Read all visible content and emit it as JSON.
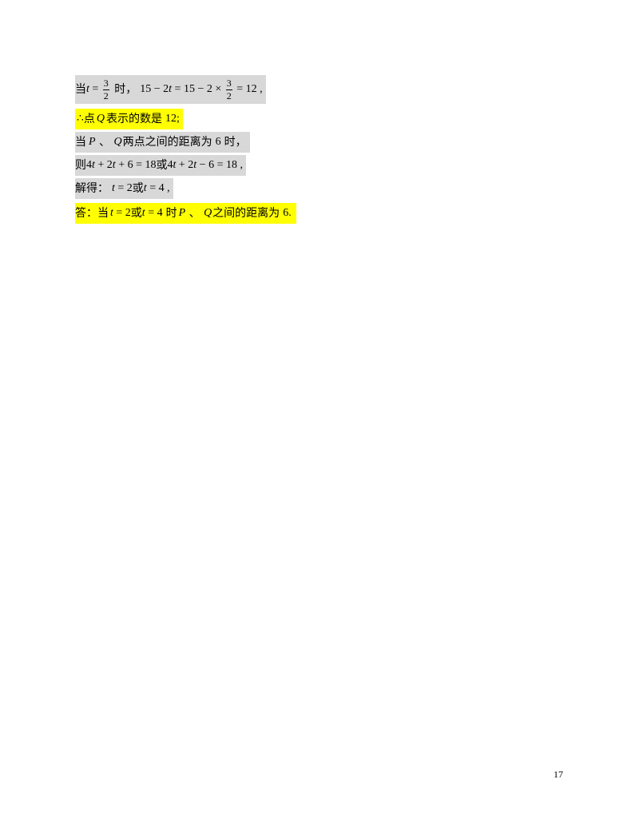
{
  "lines": [
    {
      "prefix": "当",
      "t_var": "t",
      "eq1": " = ",
      "frac1_num": "3",
      "frac1_den": "2",
      "when_text": " 时，",
      "expr1": "15 − 2",
      "expr1_var": "t",
      "expr2": " = 15 − 2 × ",
      "frac2_num": "3",
      "frac2_den": "2",
      "expr3": " = 12 ,"
    },
    {
      "therefore": "∴",
      "text1": "点",
      "var_q": "Q",
      "text2": "表示的数是",
      "value": "12;"
    },
    {
      "text1": "当",
      "var_p": "P",
      "sep": " 、 ",
      "var_q": "Q",
      "text2": "两点之间的距离为",
      "value": "6",
      "text3": "时，"
    },
    {
      "text1": "则",
      "eq1_a": "4",
      "eq1_b": " + 2",
      "eq1_c": " + 6 = 18",
      "or_text": "或",
      "eq2_a": "4",
      "eq2_b": " + 2",
      "eq2_c": " − 6 = 18 ,",
      "t_var": "t"
    },
    {
      "text1": "解得：",
      "eq1_var": "t",
      "eq1_rest": " = 2",
      "or_text": "或",
      "eq2_var": "t",
      "eq2_rest": " = 4 ,"
    },
    {
      "text1": "答：当",
      "eq1_var": "t",
      "eq1_rest": " = 2",
      "or_text": "或",
      "eq2_var": "t",
      "eq2_rest": " = 4",
      "text2": "时",
      "var_p": "P",
      "sep": " 、 ",
      "var_q": "Q",
      "text3": "之间的距离为",
      "value": "6",
      "end": "."
    }
  ],
  "page_number": "17",
  "colors": {
    "gray_highlight": "#d8d8d8",
    "yellow_highlight": "#ffff00"
  }
}
